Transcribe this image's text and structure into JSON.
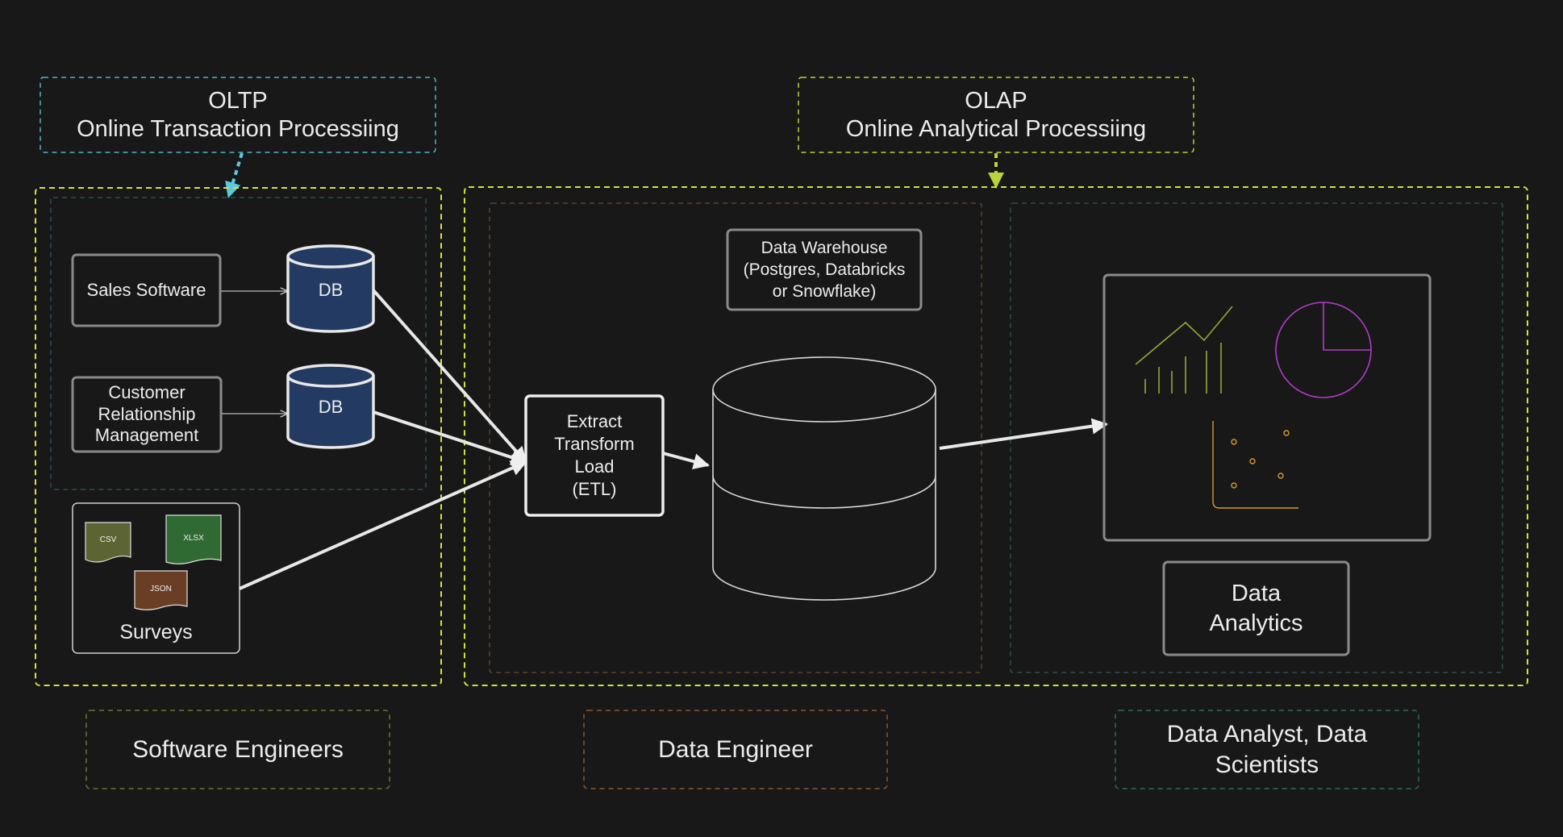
{
  "headers": {
    "oltp": "OLTP\nOnline Transaction Processiing",
    "olap": "OLAP\nOnline Analytical Processiing"
  },
  "sources": {
    "sales_software": "Sales Software",
    "crm": "Customer\nRelationship\nManagement",
    "db_label": "DB",
    "surveys": "Surveys",
    "files": [
      "CSV",
      "XLSX",
      "JSON"
    ]
  },
  "etl": "Extract\nTransform\nLoad\n(ETL)",
  "data_warehouse": "Data Warehouse\n(Postgres, Databricks\nor Snowflake)",
  "data_analytics": "Data\nAnalytics",
  "roles": {
    "software_engineers": "Software Engineers",
    "data_engineer": "Data Engineer",
    "data_analysts": "Data Analyst, Data\nScientists"
  },
  "colors": {
    "background": "#181818",
    "oltp_border": "#4fb3c8",
    "olap_border": "#b8d33e",
    "outer_yellow": "#d8e03a",
    "db_fill": "#233a63",
    "csv_fill": "#5c6433",
    "xlsx_fill": "#2f6a32",
    "json_fill": "#6a3e24",
    "line_chart": "#9aa632",
    "pie_chart": "#b03cc8",
    "scatter": "#d49a2e"
  }
}
